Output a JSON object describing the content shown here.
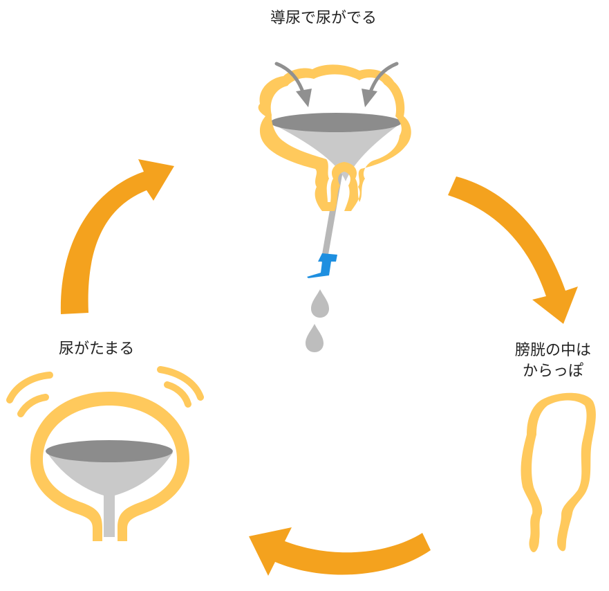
{
  "diagram": {
    "stages": [
      {
        "id": "catheter",
        "label": "導尿で尿がでる"
      },
      {
        "id": "empty",
        "label_line1": "膀胱の中は",
        "label_line2": "からっぽ"
      },
      {
        "id": "filling",
        "label": "尿がたまる"
      }
    ]
  },
  "colors": {
    "arrow": "#F4A21E",
    "bladder_wall": "#FFC95C",
    "urine_surface": "#8C8C8C",
    "urine_body": "#C9C9C9",
    "catheter_connector": "#1E8FE0",
    "drop": "#BDBDBD",
    "pressure_arrow": "#909090"
  }
}
